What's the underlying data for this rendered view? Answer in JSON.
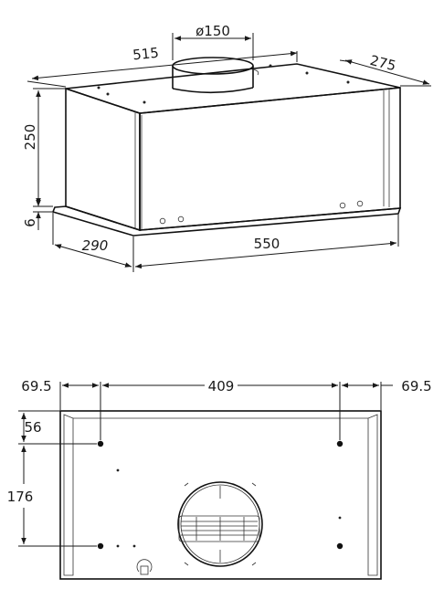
{
  "top_view": {
    "diameter": "ø150",
    "width_back": "515",
    "depth_right": "275",
    "height": "250",
    "flange": "6",
    "depth_bottom": "290",
    "width_bottom": "550"
  },
  "bottom_view": {
    "left_offset": "69.5",
    "hole_spacing": "409",
    "right_offset": "69.5",
    "front_offset": "56",
    "hole_depth": "176"
  }
}
